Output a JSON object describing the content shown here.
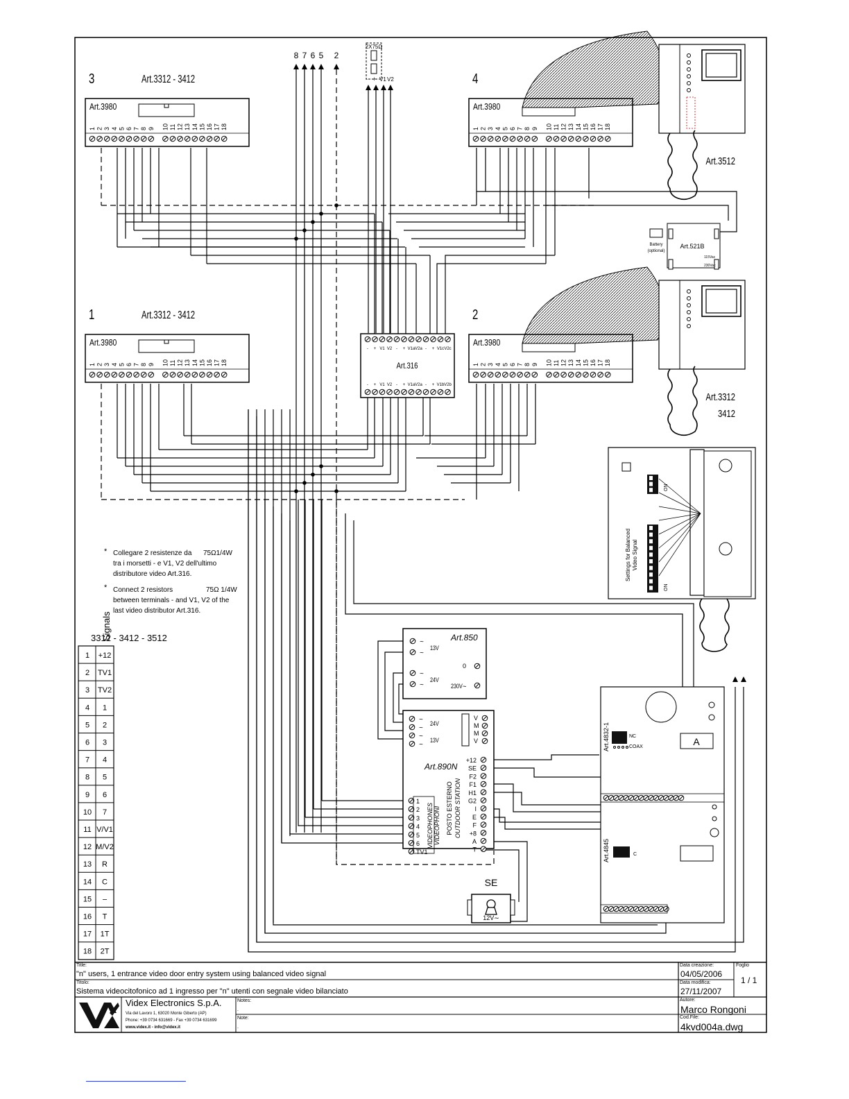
{
  "diagram": {
    "stations": [
      {
        "id": "1",
        "art": "Art.3312 - 3412",
        "module": "Art.3980"
      },
      {
        "id": "2",
        "art": "",
        "module": "Art.3980"
      },
      {
        "id": "3",
        "art": "Art.3312 - 3412",
        "module": "Art.3980"
      },
      {
        "id": "4",
        "art": "",
        "module": "Art.3980"
      }
    ],
    "terminal_numbers": [
      "1",
      "2",
      "3",
      "4",
      "5",
      "6",
      "7",
      "8",
      "9",
      "10",
      "11",
      "12",
      "13",
      "14",
      "15",
      "16",
      "17",
      "18"
    ],
    "top_bus_numbers": [
      "8",
      "7",
      "6",
      "5",
      "2"
    ],
    "resistor": {
      "label": "2X75Ω",
      "terminals": [
        "-",
        "+",
        "V1",
        "V2"
      ]
    },
    "distributor": {
      "label": "Art.316",
      "top_terminals": [
        "-",
        "+",
        "V1",
        "V2",
        "-",
        "+",
        "V1a",
        "V2a",
        "-",
        "+",
        "V1c",
        "V2c"
      ],
      "bottom_terminals": [
        "-",
        "+",
        "V1",
        "V2",
        "-",
        "+",
        "V1a",
        "V2a",
        "-",
        "+",
        "V1b",
        "V2b"
      ]
    },
    "monitor_top": {
      "label": "Art.3512"
    },
    "monitor_bottom": {
      "label_1": "Art.3312",
      "label_2": "3412"
    },
    "power_unit": {
      "label": "Art.521B",
      "battery": "Battery",
      "battery_note": "(optional)",
      "v_a": "115Vac",
      "v_b": "230Vac"
    },
    "dip_panel": {
      "text_1": "Settings for Balanced",
      "text_2": "Video Signal",
      "on": "ON"
    },
    "notes": {
      "it_1": "Collegare 2 resistenze da",
      "it_1b": "75Ω1/4W",
      "it_2": "tra i morsetti - e V1, V2 dell'ultimo",
      "it_3": "distributore video Art.316.",
      "en_1": "Connect 2 resistors",
      "en_1b": "75Ω 1/4W",
      "en_2": "between terminals - and V1, V2 of the",
      "en_3": "last video distributor Art.316."
    },
    "signals_heading_1": "3312 - 3412 - 3512",
    "signals_heading_2": "Signals",
    "signals": [
      [
        "1",
        "+12"
      ],
      [
        "2",
        "TV1"
      ],
      [
        "3",
        "TV2"
      ],
      [
        "4",
        "1"
      ],
      [
        "5",
        "2"
      ],
      [
        "6",
        "3"
      ],
      [
        "7",
        "4"
      ],
      [
        "8",
        "5"
      ],
      [
        "9",
        "6"
      ],
      [
        "10",
        "7"
      ],
      [
        "11",
        "V/V1"
      ],
      [
        "12",
        "M/V2"
      ],
      [
        "13",
        "R"
      ],
      [
        "14",
        "C"
      ],
      [
        "15",
        "–"
      ],
      [
        "16",
        "T"
      ],
      [
        "17",
        "1T"
      ],
      [
        "18",
        "2T"
      ]
    ],
    "transformer": {
      "label": "Art.850",
      "v13": "13V",
      "v24": "24V",
      "zero": "0",
      "v230": "230V∼"
    },
    "outdoor": {
      "label": "Art.890N",
      "v24": "24V",
      "v13": "13V",
      "left_terms": [
        "1",
        "2",
        "3",
        "4",
        "5",
        "6",
        "TV1"
      ],
      "left_caption_1": "VIDEOPHONES",
      "left_caption_2": "VIDEOPHONI",
      "right_caption_1": "POSTO ESTERNO",
      "right_caption_2": "OUTDOOR STATION",
      "right_terms": [
        "+12",
        "SE",
        "F2",
        "F1",
        "H1",
        "G2",
        "I",
        "E",
        "F",
        "+8",
        "A",
        "T"
      ],
      "vm_terms": [
        "V",
        "M",
        "M",
        "V"
      ]
    },
    "lock": {
      "label": "SE",
      "supply": "12V∼"
    },
    "camera": {
      "module_1": "Art.4832-1",
      "nc": "NC",
      "coax": "COAX",
      "box": "A",
      "module_2": "Art.4845",
      "c": "C"
    }
  },
  "title_block": {
    "title_label": "Title:",
    "title": "\"n\" users, 1 entrance video door entry system using balanced video signal",
    "titolo_label": "Titolo:",
    "titolo": "Sistema videocitofonico ad 1 ingresso per \"n\" utenti con segnale video bilanciato",
    "company": "Videx Electronics S.p.A.",
    "address": "Via del Lavoro 1, 63020 Monte Giberto (AP)",
    "phone": "Phone: +39 0734 631669 - Fax +39 0734 631699",
    "web": "www.videx.it - info@videx.it",
    "notes_label": "Notes:",
    "note_label": "Note:",
    "dot1": ".",
    "dot2": ".",
    "created_label": "Data creazione:",
    "created": "04/05/2006",
    "modified_label": "Data modifica:",
    "modified": "27/11/2007",
    "sheet_label": "Foglio",
    "sheet": "1 / 1",
    "author_label": "Autore:",
    "author": "Marco Rongoni",
    "file_label": "Cod.File:",
    "file": "4kvd004a.dwg"
  }
}
